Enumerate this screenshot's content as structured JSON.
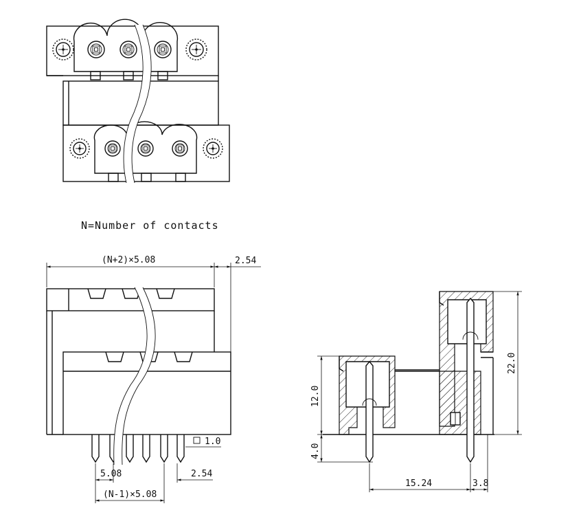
{
  "note": "N=Number of contacts",
  "front_view": {
    "dim_overall": "(N+2)×5.08",
    "dim_offset": "2.54",
    "dim_pin_square": "1.0",
    "dim_pitch": "5.08",
    "dim_edge": "2.54",
    "dim_span": "(N-1)×5.08"
  },
  "side_view": {
    "dim_height_total": "22.0",
    "dim_height_body": "12.0",
    "dim_pin_below": "4.0",
    "dim_pin_spacing": "15.24",
    "dim_pin_offset": "3.8"
  }
}
